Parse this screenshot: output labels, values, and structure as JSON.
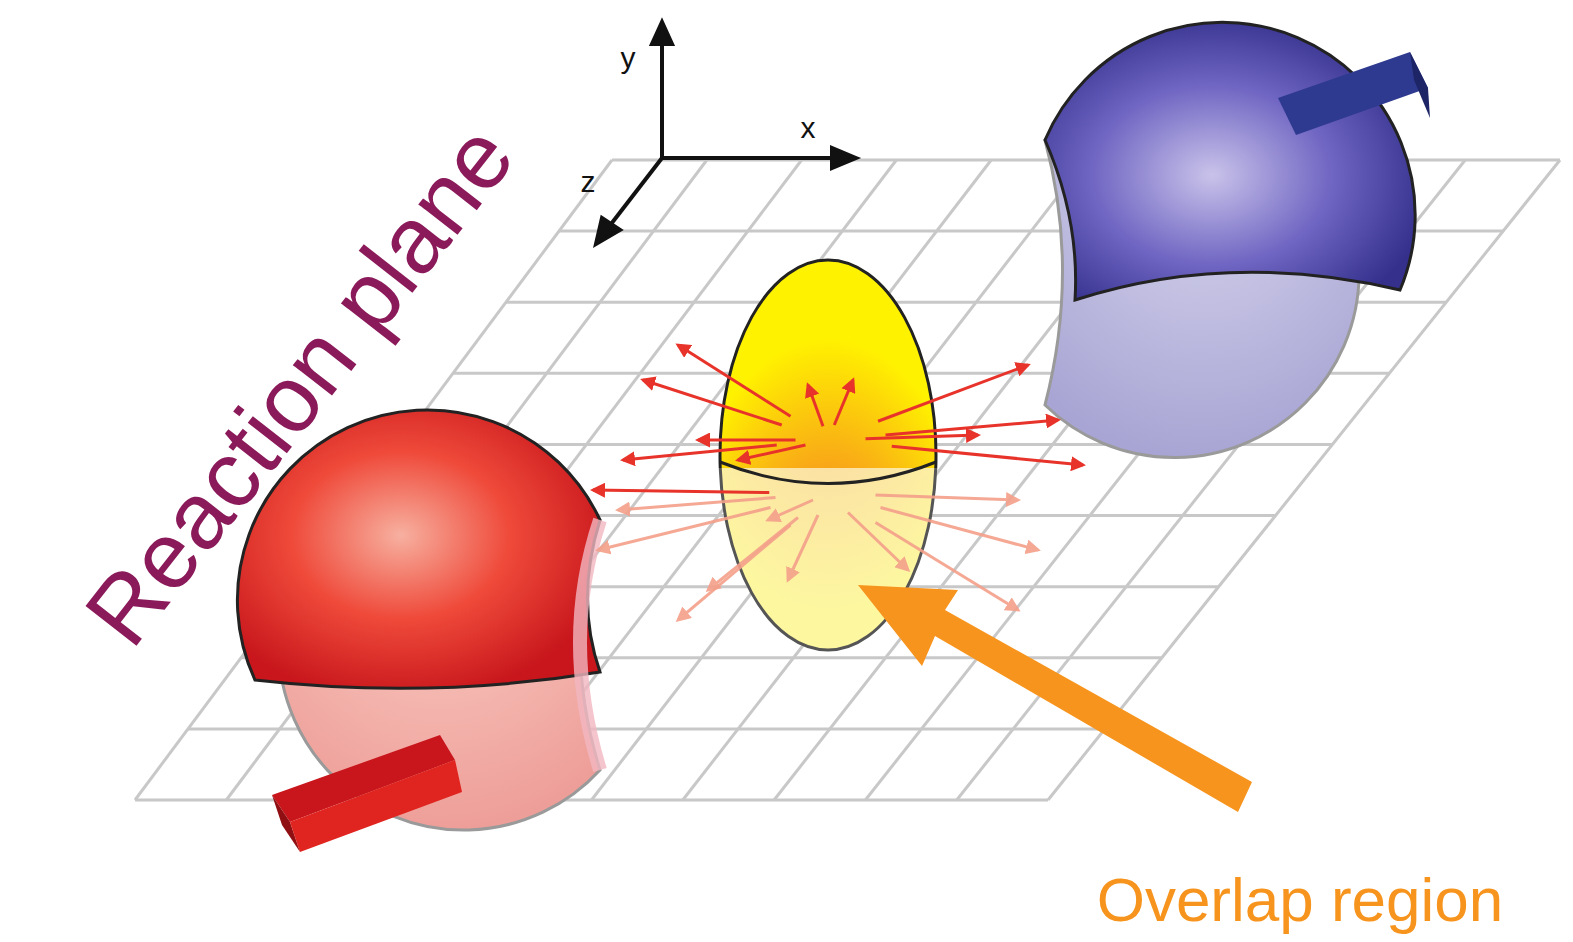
{
  "diagram": {
    "labels": [
      "Reaction plane",
      "y",
      "x",
      "z",
      "Overlap region"
    ]
  }
}
